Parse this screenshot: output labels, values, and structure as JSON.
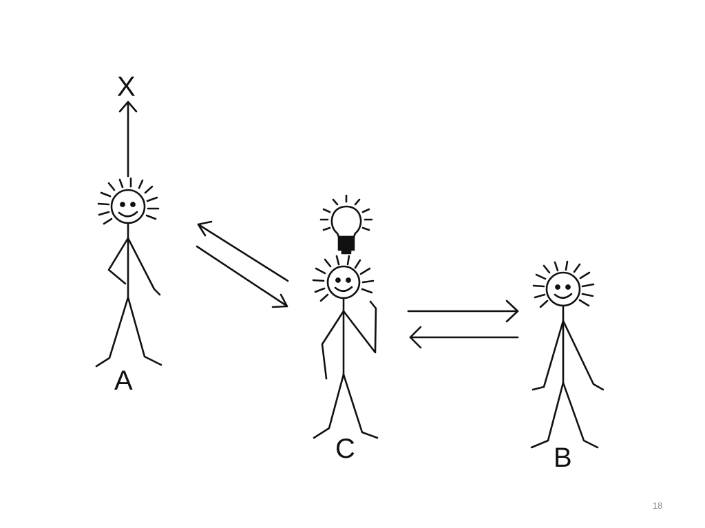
{
  "labels": {
    "x": "X",
    "a": "A",
    "b": "B",
    "c": "C"
  },
  "page_number": "18",
  "colors": {
    "ink": "#111111",
    "background": "#ffffff",
    "page_number": "#8a8a8a"
  },
  "icons": [
    "lightbulb-icon"
  ]
}
